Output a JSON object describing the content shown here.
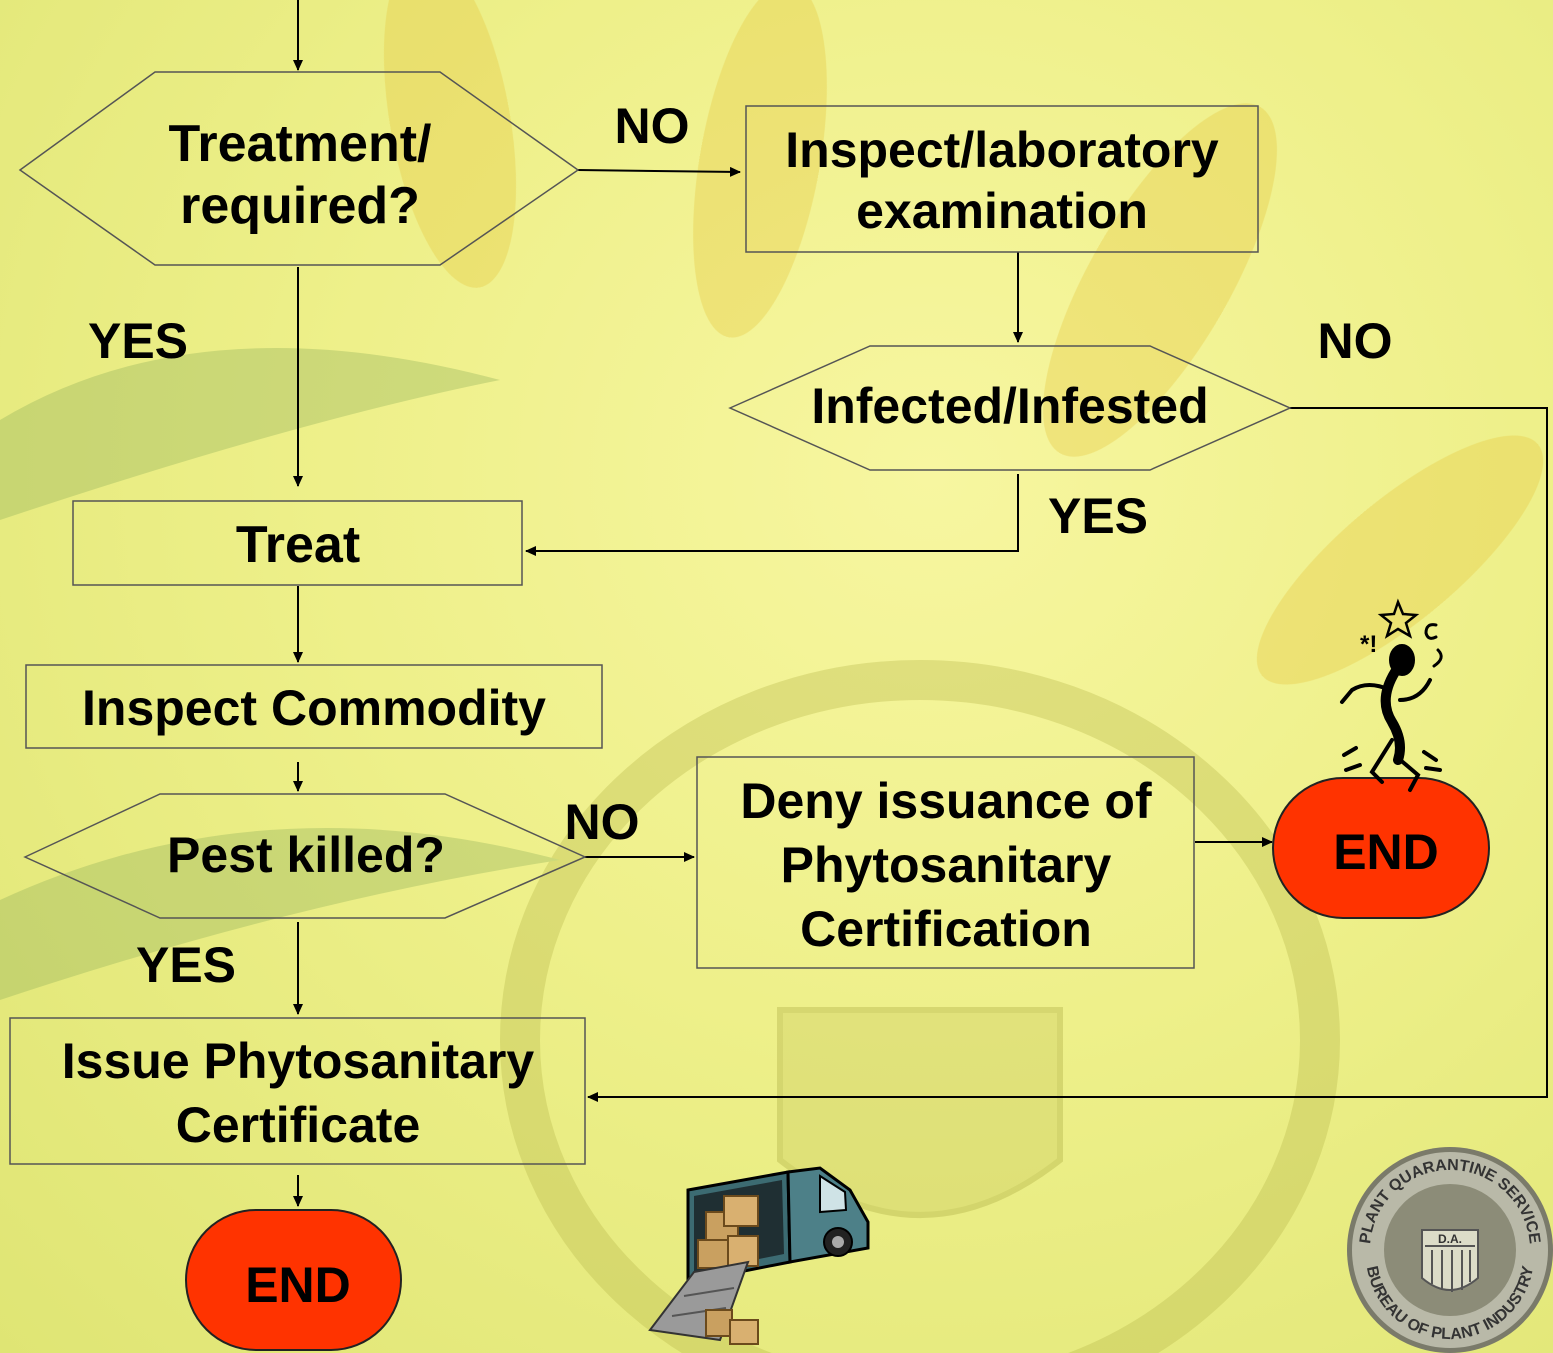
{
  "nodes": {
    "treatment_required": {
      "line1": "Treatment/",
      "line2": "required?"
    },
    "inspect_lab": {
      "line1": "Inspect/laboratory",
      "line2": "examination"
    },
    "infected": {
      "label": "Infected/Infested"
    },
    "treat": {
      "label": "Treat"
    },
    "inspect_commodity": {
      "label": "Inspect Commodity"
    },
    "pest_killed": {
      "label": "Pest killed?"
    },
    "deny": {
      "line1": "Deny issuance of",
      "line2": "Phytosanitary",
      "line3": "Certification"
    },
    "issue": {
      "line1": "Issue Phytosanitary",
      "line2": "Certificate"
    },
    "end_bottom": {
      "label": "END"
    },
    "end_right": {
      "label": "END"
    }
  },
  "edges": {
    "treatment_no": "NO",
    "treatment_yes": "YES",
    "infected_no": "NO",
    "infected_yes": "YES",
    "pest_no": "NO",
    "pest_yes": "YES"
  },
  "logo": {
    "top": "PLANT QUARANTINE SERVICE",
    "bottom": "BUREAU OF PLANT INDUSTRY",
    "shield": "D.A."
  },
  "colors": {
    "end_fill": "#ff3300",
    "background": "#eef08a",
    "watermark": "#c9cc55"
  }
}
